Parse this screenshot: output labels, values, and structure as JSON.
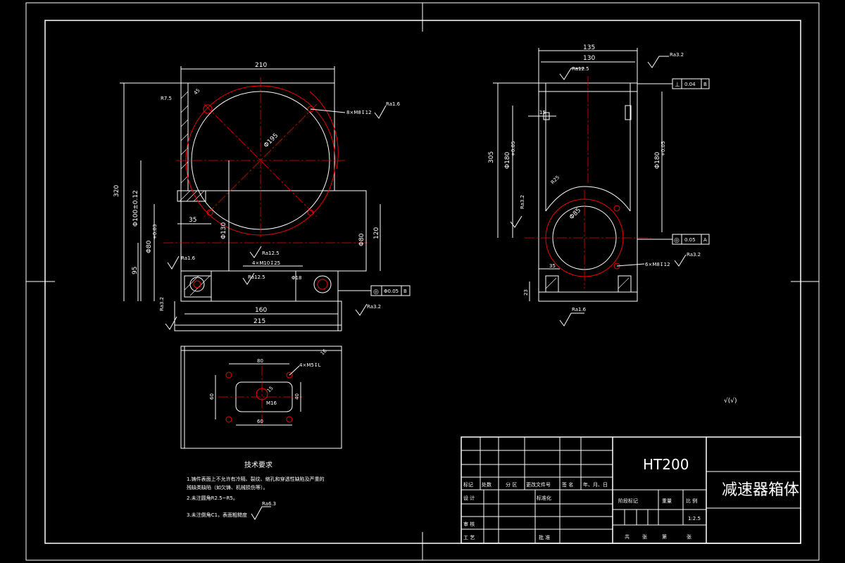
{
  "top_view": {
    "dims": {
      "top_width": "210",
      "bottom_width": "215",
      "inner_width": "160",
      "left_height": "320",
      "phi_mid": "Φ100±0.12",
      "dim_80a": "Φ80",
      "dim_80tol": "+0.03",
      "dim_35": "35",
      "dim_95": "95",
      "dim_130": "Φ130",
      "dim_120": "120",
      "dim_80b": "Φ80",
      "phi_big": "Φ195",
      "r7": "R7.5",
      "r_small": "45",
      "phi_18": "Φ18"
    },
    "notes": {
      "holes_top": "8×M8↧12",
      "holes_bottom": "4×M10↧25",
      "ra_top": "Ra1.6",
      "ra_left": "Ra1.6",
      "ra_mid": "Ra12.5",
      "ra_mid2": "Ra12.5",
      "ra_bottom": "Ra3.2",
      "ra_corner": "Ra3.2",
      "concentric": "◎",
      "tol_value": "Φ0.05",
      "datum": "B"
    }
  },
  "side_view": {
    "dims": {
      "top_outer": "135",
      "top_inner": "130",
      "total_h": "305",
      "phi1": "Φ180",
      "tol1": "+0.05",
      "phi2": "Φ180",
      "tol2": "+0.05",
      "dim_15": "15",
      "r25": "R25",
      "phi_inner": "Φ85",
      "dim_35": "35",
      "dim_23": "23"
    },
    "notes": {
      "ra_top": "Ra3.2",
      "ra_top2": "Ra12.5",
      "ra_left": "Ra3.2",
      "ra_bottom": "Ra1.6",
      "ra_side": "Ra3.2",
      "holes": "6×M8↧12",
      "perp_sym": "⊥",
      "perp_val": "0.04",
      "perp_datum": "B",
      "conc_sym": "◎",
      "conc_val": "0.05",
      "conc_datum": "A"
    }
  },
  "bottom_view": {
    "dims": {
      "w80": "80",
      "w60": "60",
      "h60": "60",
      "h40": "40",
      "m16": "M16",
      "r15": "15",
      "corner": "16"
    },
    "notes": {
      "holes": "4×M5↧L"
    }
  },
  "tech_requirements": {
    "heading": "技术要求",
    "lines": [
      "1.铸件表面上不允许有冷隔、裂纹、缩孔和穿透性缺陷及严重的",
      "残缺类缺陷（如欠铸、机械损伤等）。",
      "2.未注圆角R2.5~R5。",
      "3.未注倒角C1，表面粗糙度"
    ],
    "ra_note": "Ra6.3"
  },
  "roughness_symbol": "√(√)",
  "title_block": {
    "material": "HT200",
    "part_name": "减速器箱体",
    "headers": [
      "标记",
      "处数",
      "分 区",
      "更改文件号",
      "签 名",
      "年、月、日"
    ],
    "design": "设 计",
    "standardize": "标准化",
    "check": "审 核",
    "process": "工 艺",
    "approve": "批 准",
    "stage": "阶段标记",
    "weight": "重量",
    "scale_label": "比 例",
    "scale": "1:2.5",
    "sheets_total": "共",
    "sheets_unit": "张",
    "sheet_no": "第",
    "sheet_unit": "张"
  }
}
